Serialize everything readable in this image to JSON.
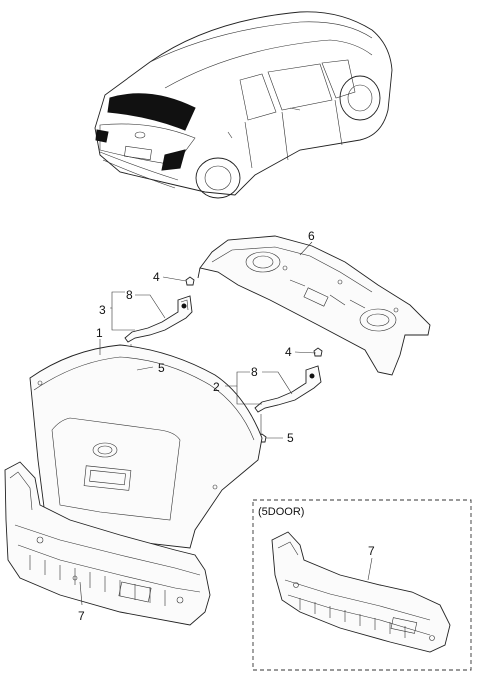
{
  "callouts": {
    "c1": "1",
    "c2": "2",
    "c3": "3",
    "c4a": "4",
    "c4b": "4",
    "c5a": "5",
    "c5b": "5",
    "c6": "6",
    "c7a": "7",
    "c7b": "7",
    "c8a": "8",
    "c8b": "8"
  },
  "inset": {
    "title": "(5DOOR)"
  }
}
